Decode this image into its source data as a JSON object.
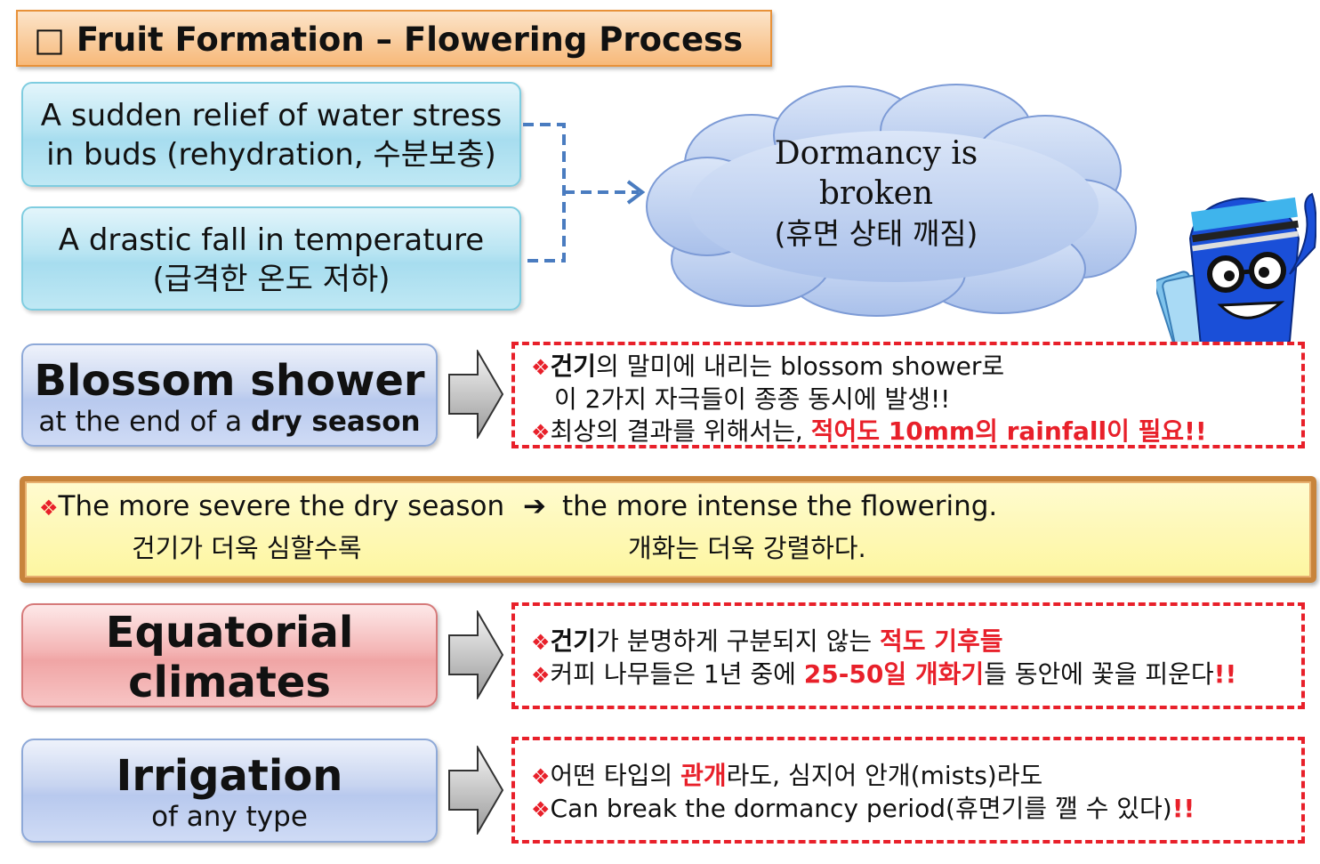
{
  "title": "□ Fruit Formation – Flowering Process",
  "trigger1": {
    "line1": "A sudden relief of water stress",
    "line2": "in buds (rehydration, 수분보충)"
  },
  "trigger2": {
    "line1": "A drastic fall in temperature",
    "line2": "(급격한 온도 저하)"
  },
  "cloud": {
    "line1": "Dormancy is",
    "line2": "broken",
    "line3": "(휴면 상태 깨짐)"
  },
  "blossom": {
    "title": "Blossom shower",
    "sub_pre": "at the end of a ",
    "sub_bold": "dry season",
    "note1_bold": "건기",
    "note1_rest": "의 말미에 내리는 blossom shower로",
    "note2": "이 2가지 자극들이 종종 동시에 발생!!",
    "note3_pre": "최상의 결과를 위해서는, ",
    "note3_red": "적어도 10mm의 rainfall이 필요!!"
  },
  "banner": {
    "en_left": "The more severe the dry season",
    "arrow": "➔",
    "en_right": "the more intense the flowering.",
    "ko_left": "건기가 더욱 심할수록",
    "ko_right": "개화는 더욱 강렬하다."
  },
  "equatorial": {
    "line1": "Equatorial",
    "line2": "climates",
    "note1_bold": "건기",
    "note1_mid": "가 분명하게 구분되지 않는 ",
    "note1_red": "적도 기후들",
    "note2_pre": "커피 나무들은 1년 중에 ",
    "note2_red": "25-50일 개화기",
    "note2_mid": "들 동안에 꽃을 피운다",
    "note2_end": "!!"
  },
  "irrigation": {
    "title": "Irrigation",
    "sub": "of any type",
    "note1_pre": "어떤 타입의 ",
    "note1_red": "관개",
    "note1_rest": "라도, 심지어 안개(mists)라도",
    "note2_pre": "Can break the dormancy period(휴면기를 깰 수 있다)",
    "note2_end": "!!"
  },
  "bullet": "❖",
  "icons": {
    "arrow": "block-arrow-right-icon",
    "mascot": "pencil-mascot-icon"
  },
  "colors": {
    "accent_red": "#e8202a",
    "title_orange": "#f7b97a",
    "cloud_blue": "#b9cdee"
  }
}
